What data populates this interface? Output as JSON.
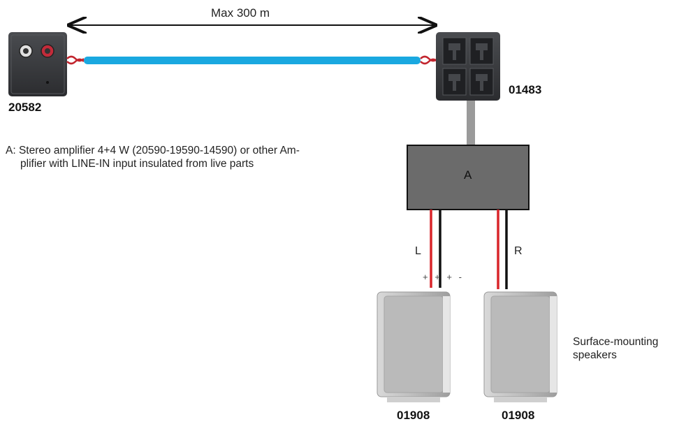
{
  "distance_label": "Max 300 m",
  "devices": {
    "sender": {
      "code": "20582"
    },
    "receiver": {
      "code": "01483"
    },
    "amplifier": {
      "letter": "A"
    },
    "speaker_left": {
      "code": "01908",
      "channel": "L",
      "polarity": "+ + + -"
    },
    "speaker_right": {
      "code": "01908",
      "channel": "R"
    }
  },
  "notes": {
    "amplifier_line1": "A: Stereo amplifier 4+4 W (20590-19590-14590) or other Am-",
    "amplifier_line2": "plifier with LINE-IN input insulated from live parts",
    "speakers_line1": "Surface-mounting",
    "speakers_line2": "speakers"
  },
  "colors": {
    "cable": "#1aa8e0",
    "device_dark": "#3a3c40",
    "amplifier_box": "#6b6b6b",
    "wire_red": "#d9252a",
    "wire_black": "#111111",
    "speaker_grey": "#b9b9b9"
  }
}
